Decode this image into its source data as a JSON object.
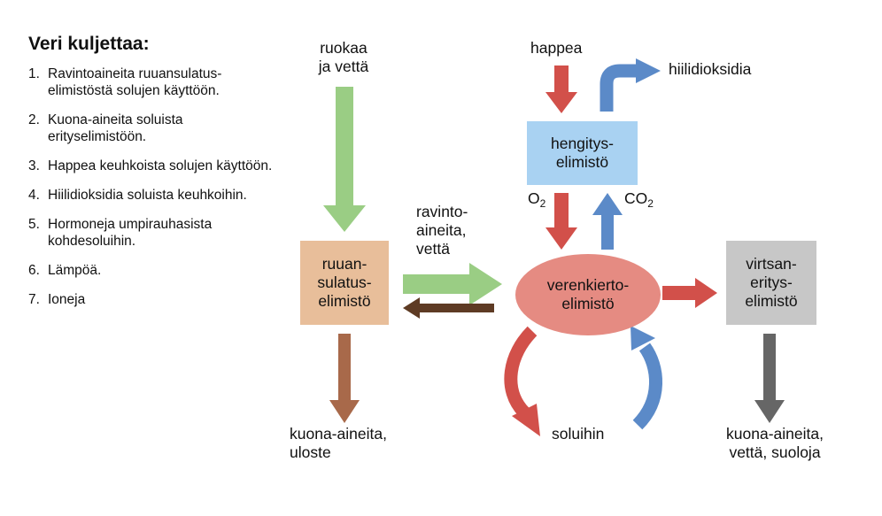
{
  "legend": {
    "title": "Veri kuljettaa:",
    "items": [
      {
        "num": "1.",
        "text": "Ravintoaineita ruuansulatus-elimistöstä solujen käyttöön."
      },
      {
        "num": "2.",
        "text": "Kuona-aineita soluista erityselimistöön."
      },
      {
        "num": "3.",
        "text": "Happea keuhkoista solujen käyttöön."
      },
      {
        "num": "4.",
        "text": "Hiilidioksidia soluista keuhkoihin."
      },
      {
        "num": "5.",
        "text": "Hormoneja umpirauhasista kohdesoluihin."
      },
      {
        "num": "6.",
        "text": "Lämpöä."
      },
      {
        "num": "7.",
        "text": "Ioneja"
      }
    ]
  },
  "nodes": {
    "digestive": {
      "line1": "ruuan-",
      "line2": "sulatus-",
      "line3": "elimistö",
      "color": "#E8BE9A"
    },
    "respiratory": {
      "line1": "hengitys-",
      "line2": "elimistö",
      "color": "#A9D2F2"
    },
    "circulatory": {
      "line1": "verenkierto-",
      "line2": "elimistö",
      "color": "#E58B82"
    },
    "excretory": {
      "line1": "virtsan-",
      "line2": "eritys-",
      "line3": "elimistö",
      "color": "#C7C7C7"
    }
  },
  "labels": {
    "food_water": {
      "line1": "ruokaa",
      "line2": "ja vettä"
    },
    "oxygen_in": "happea",
    "co2_out": "hiilidioksidia",
    "o2": {
      "base": "O",
      "sub": "2"
    },
    "co2": {
      "base": "CO",
      "sub": "2"
    },
    "nutrients": {
      "line1": "ravinto-",
      "line2": "aineita,",
      "line3": "vettä"
    },
    "waste_feces": {
      "line1": "kuona-aineita,",
      "line2": "uloste"
    },
    "to_cells": "soluihin",
    "waste_urine": {
      "line1": "kuona-aineita,",
      "line2": "vettä, suoloja"
    }
  },
  "colors": {
    "green": "#9ACD84",
    "red": "#D2504A",
    "blue": "#5B8AC8",
    "brown_dark": "#5E3B24",
    "brown": "#A8694A",
    "gray_dark": "#666666"
  }
}
